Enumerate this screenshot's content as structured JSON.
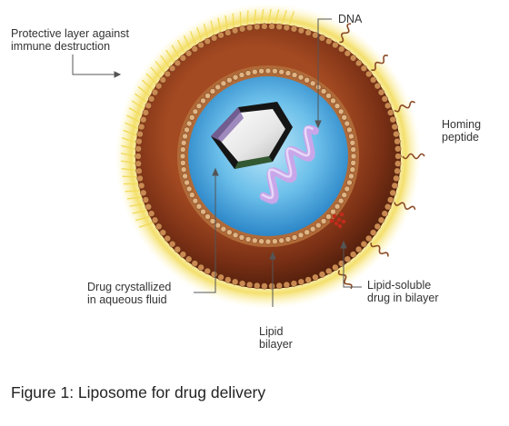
{
  "labels": {
    "protective_layer": "Protective layer against\nimmune destruction",
    "dna": "DNA",
    "homing_peptide": "Homing\npeptide",
    "drug_crystallized": "Drug crystallized\nin aqueous fluid",
    "lipid_soluble": "Lipid-soluble\ndrug in bilayer",
    "lipid_bilayer": "Lipid\nbilayer"
  },
  "caption": "Figure 1: Liposome for drug delivery",
  "colors": {
    "halo": "#f2dc5c",
    "outer_leaflet": "#6e2b12",
    "bilayer_core": "#8a3a1c",
    "inner_leaflet": "#b9743f",
    "heads": "#c98a52",
    "aqueous_core": "#4aa8df",
    "aqueous_center": "#9fd6f2",
    "dna": "#c9a6ea",
    "lipid_drug": "#c42a1a",
    "peptide": "#8b4a25",
    "crystal_face": "#f4f4f4",
    "crystal_edge": "#1a1a1a"
  }
}
